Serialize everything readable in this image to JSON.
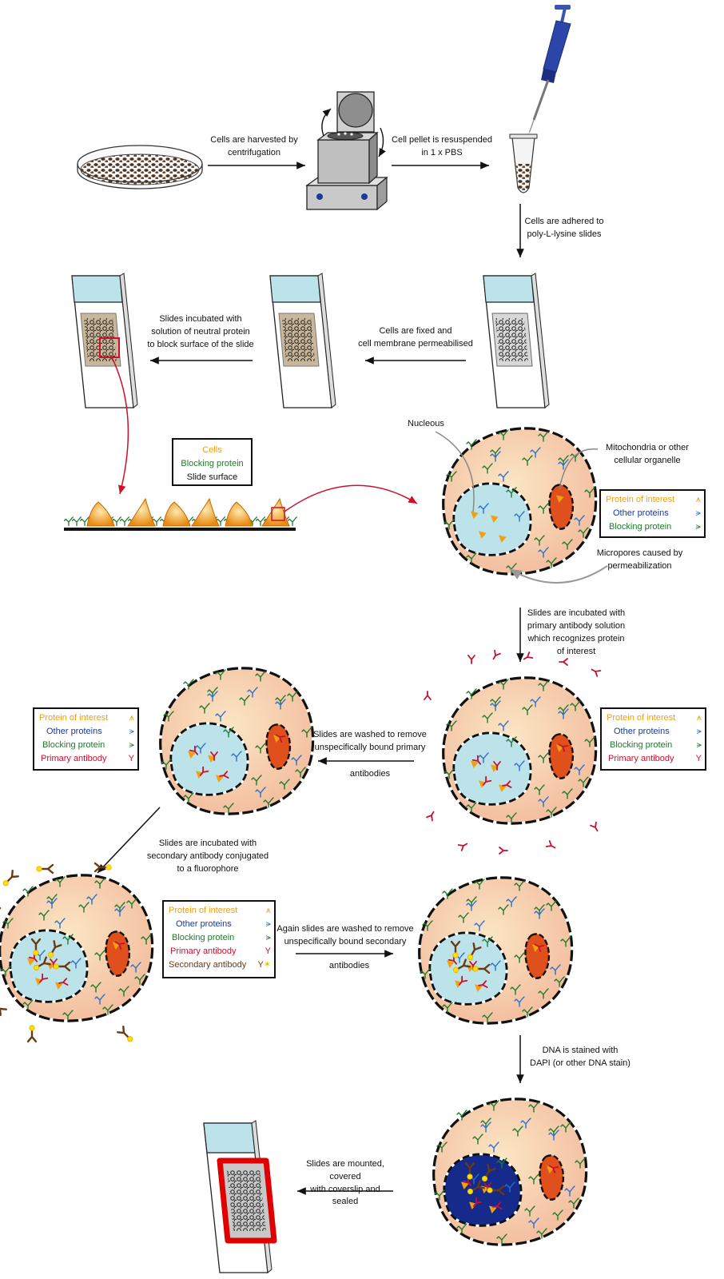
{
  "colors": {
    "cell_fill": "#f6c9a4",
    "nucleus_fill": "#bde3ea",
    "organelle_fill": "#e0501c",
    "dapi_nucleus": "#152a8a",
    "protein_of_interest": "#f0a010",
    "other_proteins": "#2a6fd0",
    "blocking_protein": "#1e7a2a",
    "primary_antibody": "#c8102e",
    "secondary_antibody": "#6b3a12",
    "fluorophore": "#ffe000",
    "slide_cap": "#bde3ea",
    "seal": "#e00000",
    "transfer_arrow": "#d0102a"
  },
  "steps": {
    "harvest": "Cells are harvested by\ncentrifugation",
    "resuspend": "Cell pellet is resuspended\nin 1 x PBS",
    "adhere": "Cells are adhered to\npoly-L-lysine slides",
    "fix": "Cells are fixed and\ncell membrane permeabilised",
    "block": "Slides incubated with\nsolution of neutral protein\nto block surface of the slide",
    "primary": "Slides are incubated with\nprimary antibody solution\nwhich recognizes protein\nof interest",
    "wash1_top": "Slides are washed to remove\nunspecifically bound primary",
    "wash1_bottom": "antibodies",
    "secondary": "Slides are incubated with\nsecondary antibody conjugated\nto a fluorophore",
    "wash2_top": "Again slides are washed to remove\nunspecifically bound  secondary",
    "wash2_bottom": "antibodies",
    "dapi": "DNA is stained with\nDAPI (or other DNA stain)",
    "mount_top": "Slides are mounted, covered\nwith coverslip and",
    "mount_bottom": "sealed"
  },
  "annotations": {
    "nucleous": "Nucleous",
    "mitochondria": "Mitochondria or other\ncellular organelle",
    "micropores": "Micropores caused by\npermeabilization"
  },
  "legends": {
    "surface": {
      "cells": "Cells",
      "blocking_protein": "Blocking protein",
      "slide_surface": "Slide surface"
    },
    "proteins": {
      "protein_of_interest": "Protein of interest",
      "other_proteins": "Other proteins",
      "blocking_protein": "Blocking protein"
    },
    "primary": {
      "protein_of_interest": "Protein of interest",
      "other_proteins": "Other proteins",
      "blocking_protein": "Blocking protein",
      "primary_antibody": "Primary antibody"
    },
    "secondary": {
      "protein_of_interest": "Protein of interest",
      "other_proteins": "Other proteins",
      "blocking_protein": "Blocking protein",
      "primary_antibody": "Primary antibody",
      "secondary_antibody": "Secondary antibody"
    }
  }
}
